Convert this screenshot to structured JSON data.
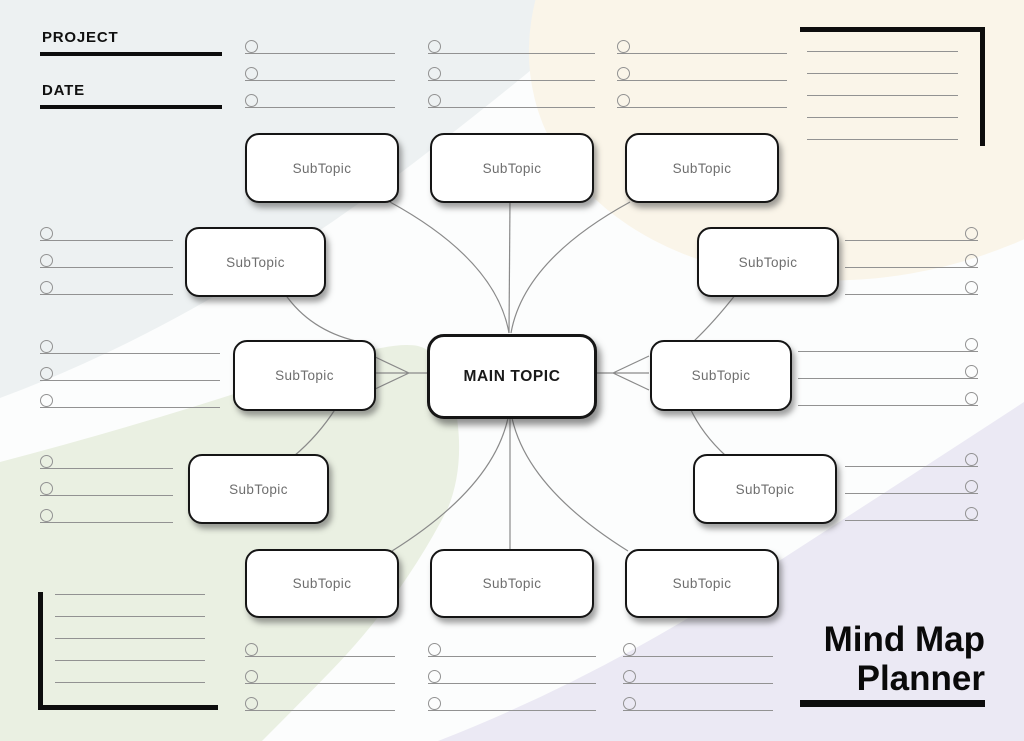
{
  "page": {
    "title_line1": "Mind Map",
    "title_line2": "Planner"
  },
  "fields": {
    "project_label": "PROJECT",
    "date_label": "DATE"
  },
  "mindmap": {
    "main_topic": {
      "label": "MAIN TOPIC"
    },
    "subtopics": [
      {
        "label": "SubTopic"
      },
      {
        "label": "SubTopic"
      },
      {
        "label": "SubTopic"
      },
      {
        "label": "SubTopic"
      },
      {
        "label": "SubTopic"
      },
      {
        "label": "SubTopic"
      },
      {
        "label": "SubTopic"
      },
      {
        "label": "SubTopic"
      },
      {
        "label": "SubTopic"
      },
      {
        "label": "SubTopic"
      },
      {
        "label": "SubTopic"
      },
      {
        "label": "SubTopic"
      }
    ]
  },
  "structure": {
    "bullet_rows_per_group": 3,
    "note_lines_per_panel": 5
  },
  "colors": {
    "ink": "#0d0d0d",
    "border": "#151515",
    "line": "#929292",
    "subtext": "#6e6e6e",
    "connector": "#8a8a8a",
    "blob_blue": "#edf1f2",
    "blob_cream": "#faf5e9",
    "blob_green": "#eaf0e2",
    "blob_lavender": "#ebe9f4"
  }
}
